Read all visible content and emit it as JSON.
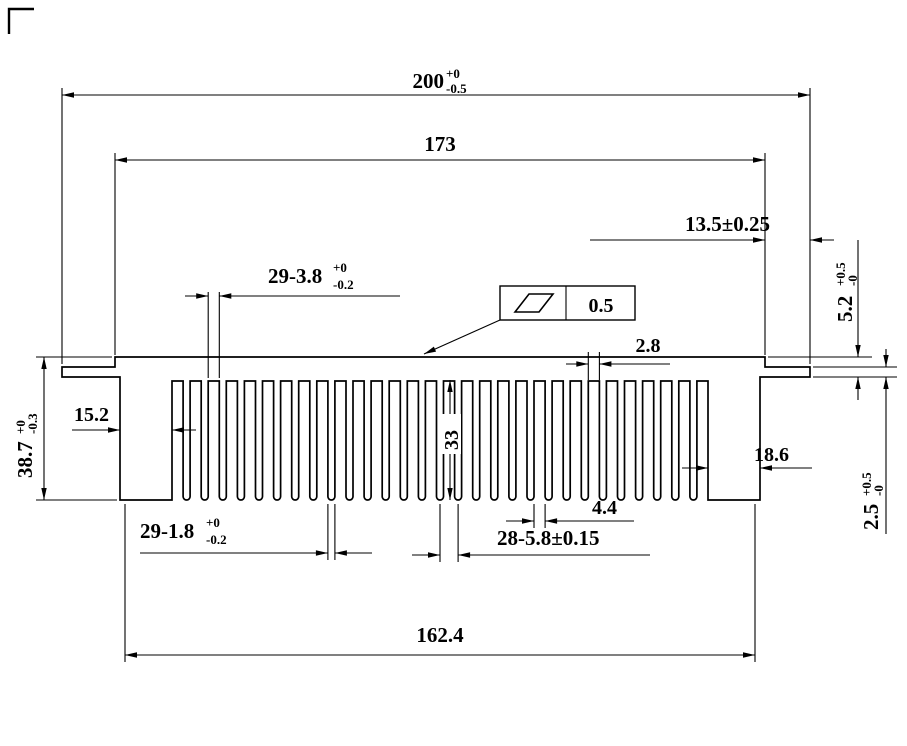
{
  "drawing": {
    "type": "heatsink-extrusion-cross-section",
    "icons": {
      "parallelism": "parallelogram"
    },
    "dims": {
      "overall_width": {
        "value": "200",
        "tol_up": "+0",
        "tol_down": "-0.5"
      },
      "body_width": {
        "value": "173"
      },
      "right_offset": {
        "value": "13.5±0.25"
      },
      "plate_thickness": {
        "value": "5.2",
        "tol_up": "+0.5",
        "tol_down": "-0"
      },
      "gap_width": {
        "value": "29-3.8",
        "tol_up": "+0",
        "tol_down": "-0.2"
      },
      "parallelism": {
        "value": "0.5"
      },
      "root_gap": {
        "value": "2.8"
      },
      "overall_height": {
        "value": "38.7",
        "tol_up": "+0",
        "tol_down": "-0.3"
      },
      "left_end_width": {
        "value": "15.2"
      },
      "fin_height": {
        "value": "33"
      },
      "right_end_width": {
        "value": "18.6"
      },
      "flange_thickness": {
        "value": "2.5",
        "tol_up": "+0.5",
        "tol_down": "-0"
      },
      "fin_tip_width": {
        "value": "29-1.8",
        "tol_up": "+0",
        "tol_down": "-0.2"
      },
      "fin_pitch": {
        "value": "28-5.8±0.15"
      },
      "tip_gap": {
        "value": "4.4"
      },
      "fin_span": {
        "value": "162.4"
      }
    }
  }
}
